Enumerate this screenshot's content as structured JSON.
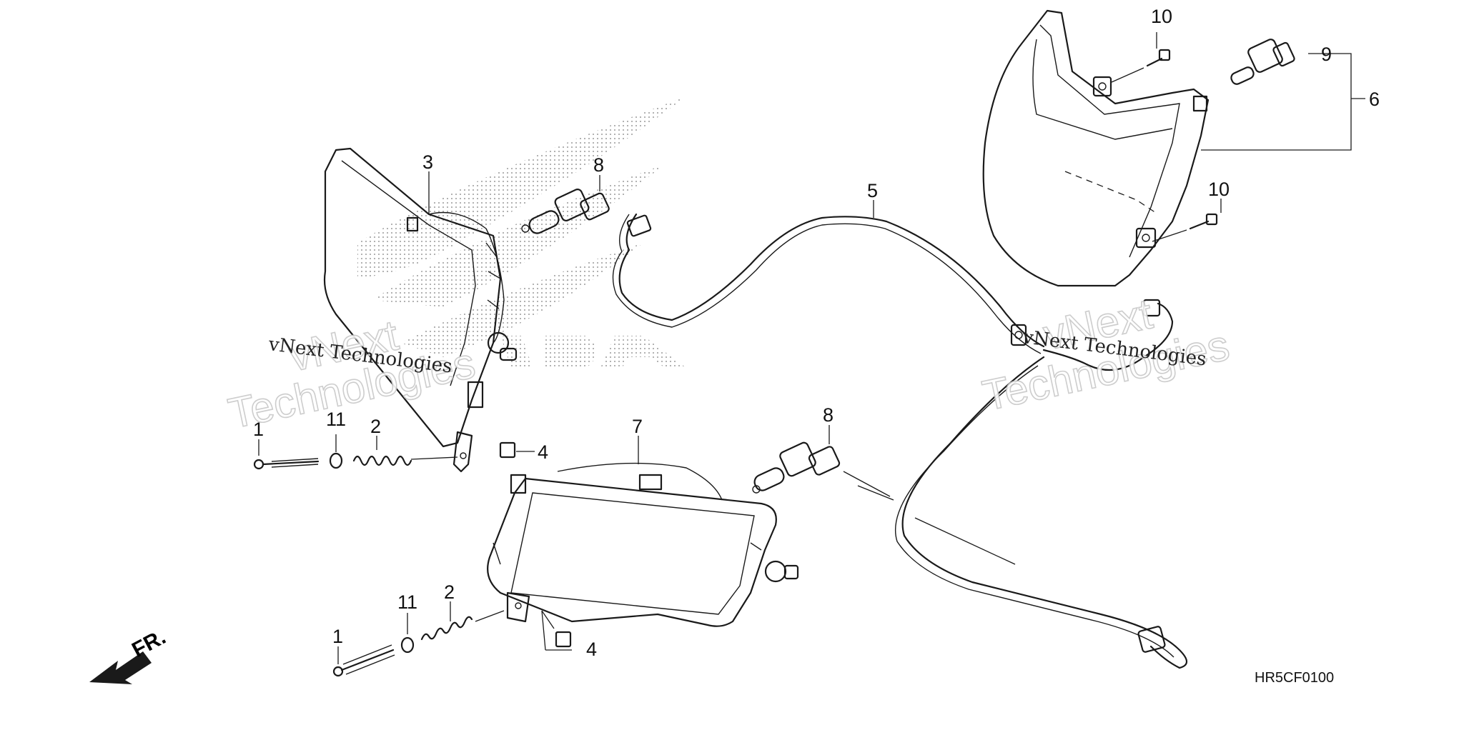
{
  "diagram": {
    "code": "HR5CF0100",
    "direction_label": "FR.",
    "callouts": [
      {
        "id": "c1a",
        "text": "1"
      },
      {
        "id": "c2a",
        "text": "2"
      },
      {
        "id": "c3",
        "text": "3"
      },
      {
        "id": "c4a",
        "text": "4"
      },
      {
        "id": "c5",
        "text": "5"
      },
      {
        "id": "c6",
        "text": "6"
      },
      {
        "id": "c7",
        "text": "7"
      },
      {
        "id": "c8a",
        "text": "8"
      },
      {
        "id": "c8b",
        "text": "8"
      },
      {
        "id": "c9",
        "text": "9"
      },
      {
        "id": "c10a",
        "text": "10"
      },
      {
        "id": "c10b",
        "text": "10"
      },
      {
        "id": "c11a",
        "text": "11"
      },
      {
        "id": "c1b",
        "text": "1"
      },
      {
        "id": "c2b",
        "text": "2"
      },
      {
        "id": "c11b",
        "text": "11"
      },
      {
        "id": "c4b",
        "text": "4"
      }
    ],
    "watermarks": {
      "brand_a": "vNext",
      "brand_b": "Technologies",
      "full": "vNext Technologies"
    }
  }
}
